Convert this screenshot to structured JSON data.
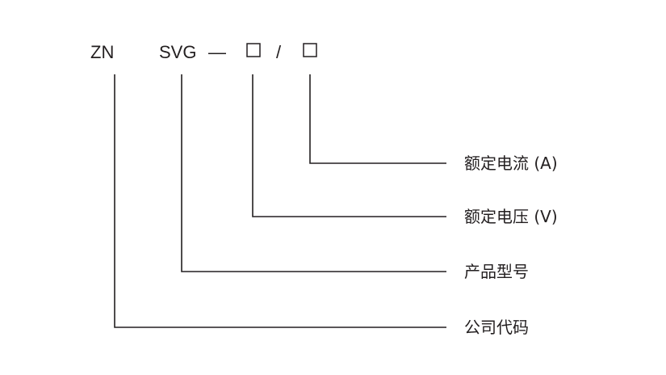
{
  "code": {
    "prefix": "ZN",
    "model": "SVG",
    "dash": "—",
    "slash": "/"
  },
  "labels": {
    "rated_current": "额定电流 (A)",
    "rated_voltage": "额定电压 (V)",
    "product_model": "产品型号",
    "company_code": "公司代码"
  },
  "colors": {
    "ink": "#231f20",
    "background": "#ffffff"
  }
}
